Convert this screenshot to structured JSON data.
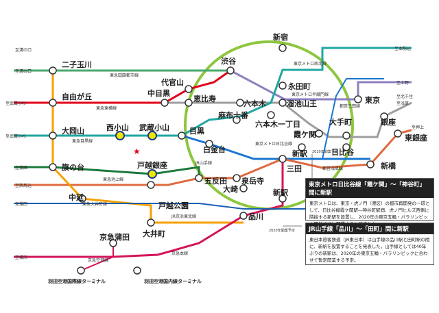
{
  "stations": {
    "shinjuku": "新宿",
    "shibuya": "渋谷",
    "futako_tamagawa": "二子玉川",
    "jiyugaoka": "自由が丘",
    "daikanyama": "代官山",
    "nakameguro": "中目黒",
    "ebisu": "恵比寿",
    "roppongi": "六本木",
    "nagatacho": "永田町",
    "tameike_sanno": "溜池山王",
    "tokyo": "東京",
    "ginza": "銀座",
    "ookayama": "大岡山",
    "nishikoyama": "西小山",
    "musashikoyama": "武蔵小山",
    "meguro": "目黒",
    "azabujuban": "麻布十番",
    "roppongi_itchome": "六本木一丁目",
    "kasumigaseki": "霞ケ関",
    "otemachi": "大手町",
    "shirokanedai": "白金台",
    "higashiginza": "東銀座",
    "shinbashi": "新橋",
    "hibiya": "日比谷",
    "toranomon_new": "新駅",
    "hatanodai": "旗の台",
    "togoshi_ginza": "戸越銀座",
    "gotanda": "五反田",
    "sengakuji": "泉岳寺",
    "mita": "三田",
    "nakanobu": "中延",
    "togoshi_koen": "戸越公園",
    "osaki": "大崎",
    "shinagawa": "品川",
    "oimachi": "大井町",
    "keikyu_kamata": "京急蒲田",
    "takanawa_new": "新駅",
    "haneda_intl": "羽田空港国際線ターミナル",
    "haneda_domestic": "羽田空港国内線ターミナル"
  },
  "line_labels": {
    "denentoshi": "東急田園都市線",
    "toyoko": "東急東横線",
    "meguro_line": "東急目黒線",
    "ikegami": "東急池上線",
    "oimachi_line": "東急大井町線",
    "yamanote": "JR山手線",
    "keihin_tohoku": "JR京浜東北線",
    "asakusa": "都営浅草線",
    "mita_line": "都営三田線",
    "namboku": "東京メトロ南北線",
    "hanzomon": "東京メトロ半蔵門線",
    "hibiya_line": "東京メトロ日比谷線",
    "airport": "京急空港線",
    "keikyu_main": "京急本線",
    "opening_2020": "2020年開業予定",
    "opening_2020b": "2020年開業予定"
  },
  "side_labels": {
    "futako_dest": "至溝の口",
    "futako_left": "至溝の口",
    "jiyugaoka_left": "至武蔵小杉",
    "ookayama_left": "至武蔵小杉",
    "hatanodai_left": "至蒲田",
    "nakanobu_left": "至西馬込",
    "oimachi_left": "至蒲田",
    "kamata_left": "至横浜",
    "namboku_dest": "至本駒込",
    "ueno": "至上野",
    "asakusa_dest": "至浅草",
    "kitasenju": "至北千住",
    "oshiage": "至押上"
  },
  "notes": {
    "hibiya": {
      "title": "東京メトロ日比谷線「霞ケ関」〜「神谷町」間に新駅",
      "body": "東京メトロは、東京・虎ノ門（港区）の都市再開発の一環として、日比谷線霞ケ関駅―神谷町駅間、虎ノ門ヒルズ西側に隣接する新駅を設置し、2020年の東京五輪・パラリンピック開催までに開業すると発表した。"
    },
    "yamanote": {
      "title": "JR山手線「品川」〜「田町」間に新駅",
      "body": "東日本旅客鉄道（JR東日本）は山手線の品川駅と田町駅の間に、新駅を設置することを発表した。山手線としては40年ぶりの新駅は、2020年の東京五輪・パラリンピックに合わせて暫定開業する予定。"
    }
  },
  "colors": {
    "yamanote": "#8dc63f",
    "denentoshi": "#4aa96c",
    "toyoko": "#e2001a",
    "hibiya": "#9e9e9e",
    "namboku": "#1fa7a0",
    "hanzomon": "#8f7fc1",
    "mita": "#1976d2",
    "asakusa": "#e06a3e",
    "ikegami": "#1a7a3a",
    "oimachi": "#f5a100",
    "keikyu": "#d4145a",
    "meguro_line": "#2ab3b0",
    "highlight": "#f1e600"
  }
}
